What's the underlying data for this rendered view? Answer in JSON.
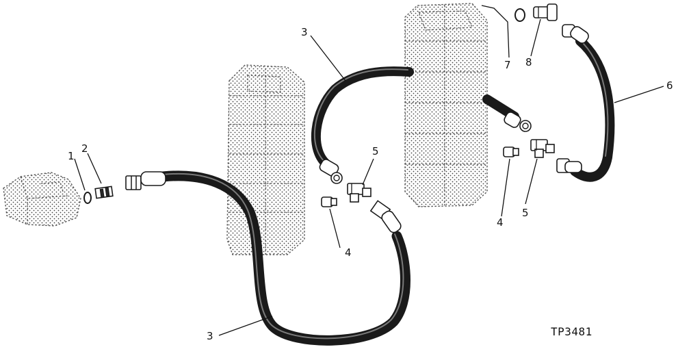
{
  "figure_code": "TP3481",
  "callouts": [
    {
      "id": "c1",
      "label": "1"
    },
    {
      "id": "c2",
      "label": "2"
    },
    {
      "id": "c3a",
      "label": "3"
    },
    {
      "id": "c3b",
      "label": "3"
    },
    {
      "id": "c4a",
      "label": "4"
    },
    {
      "id": "c4b",
      "label": "4"
    },
    {
      "id": "c5a",
      "label": "5"
    },
    {
      "id": "c5b",
      "label": "5"
    },
    {
      "id": "c6",
      "label": "6"
    },
    {
      "id": "c7",
      "label": "7"
    },
    {
      "id": "c8",
      "label": "8"
    }
  ]
}
